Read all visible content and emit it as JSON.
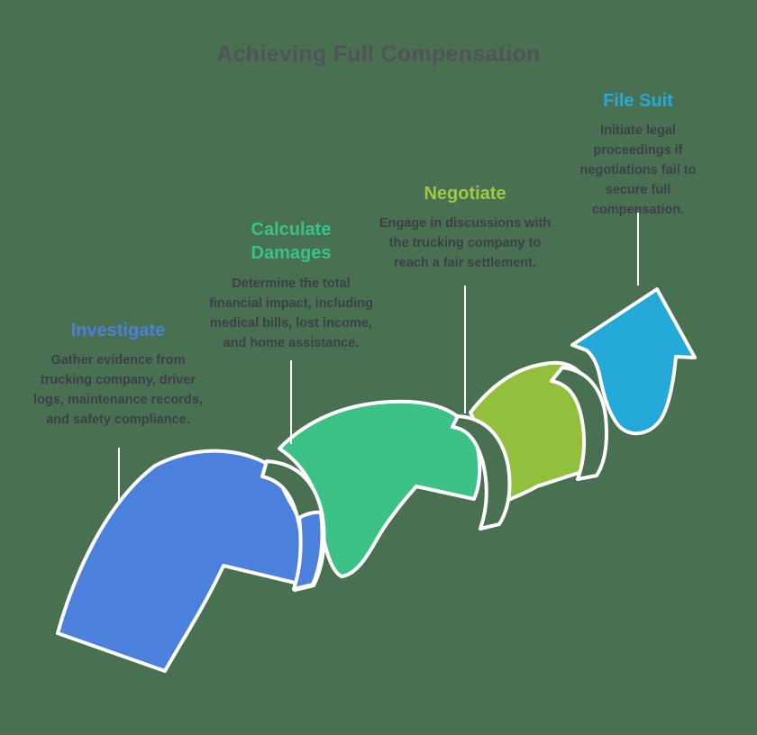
{
  "page": {
    "background_color": "#497051",
    "title": "Achieving Full Compensation",
    "title_color": "#515457"
  },
  "ribbon": {
    "outline_color": "#ffffff",
    "fold_color": "#497051",
    "connector_line_color": "#ffffff"
  },
  "steps": [
    {
      "id": "investigate",
      "label": "Investigate",
      "label_color": "#4a80d9",
      "band_color": "#4b81dd",
      "description": "Gather evidence from trucking company, driver logs, maintenance records, and safety compliance."
    },
    {
      "id": "calculate-damages",
      "label": "Calculate Damages",
      "label_color": "#38c38b",
      "band_color": "#3cc287",
      "description": "Determine the total financial impact, including medical bills, lost income, and home assistance."
    },
    {
      "id": "negotiate",
      "label": "Negotiate",
      "label_color": "#9fca41",
      "band_color": "#92c03c",
      "description": "Engage in discussions with the trucking company to reach a fair settlement."
    },
    {
      "id": "file-suit",
      "label": "File Suit",
      "label_color": "#27a9da",
      "band_color": "#24a8d8",
      "description": "Initiate legal proceedings if negotiations fail to secure full compensation."
    }
  ]
}
